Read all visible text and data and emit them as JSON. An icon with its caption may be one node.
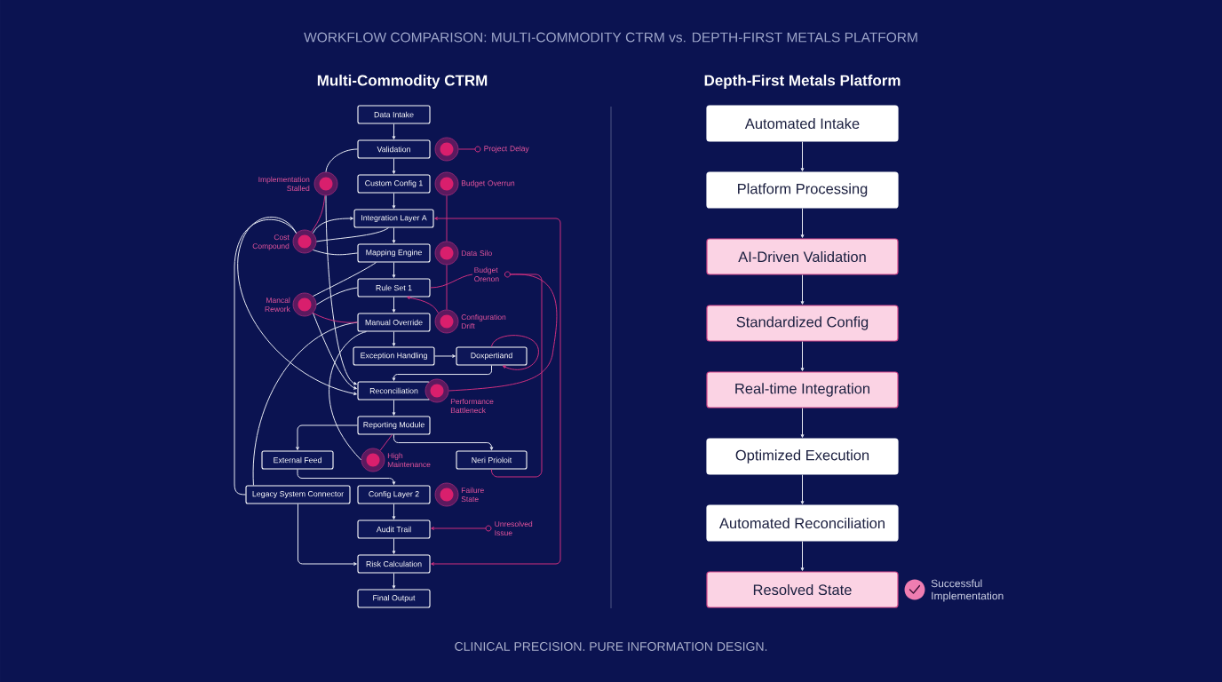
{
  "diagram": {
    "title": "WORKFLOW COMPARISON: MULTI-COMMODITY CTRM vs. DEPTH-FIRST METALS PLATFORM",
    "caption": "CLINICAL PRECISION. PURE INFORMATION DESIGN.",
    "labels": [
      "Multi-Commodity CTRM",
      "Depth-First Metals Platform"
    ],
    "nodes": [
      {
        "text": [
          "Data Intake"
        ]
      },
      {
        "text": [
          "Validation"
        ]
      },
      {
        "text": [
          "Custom Config 1"
        ]
      },
      {
        "text": [
          "Integration Layer A"
        ]
      },
      {
        "text": [
          "Mapping Engine"
        ]
      },
      {
        "text": [
          "Rule Set 1"
        ]
      },
      {
        "text": [
          "Manual Override"
        ]
      },
      {
        "text": [
          "Exception Handling"
        ]
      },
      {
        "text": [
          "Doxpertiand"
        ]
      },
      {
        "text": [
          "Reconciliation"
        ]
      },
      {
        "text": [
          "Reporting Module"
        ]
      },
      {
        "text": [
          "External Feed"
        ]
      },
      {
        "text": [
          "Neri Prioloit"
        ]
      },
      {
        "text": [
          "Legacy System Connector"
        ]
      },
      {
        "text": [
          "Config Layer 2"
        ]
      },
      {
        "text": [
          "Audit Trail"
        ]
      },
      {
        "text": [
          "Risk Calculation"
        ]
      },
      {
        "text": [
          "Final Output"
        ]
      },
      {
        "text": [],
        "shape": "circle"
      },
      {
        "text": [
          "Project Delay"
        ]
      },
      {
        "text": [],
        "shape": "circle",
        "beside": [
          "Implementation Stalled"
        ]
      },
      {
        "text": [],
        "shape": "circle",
        "beside": [
          "Budget Overrun"
        ]
      },
      {
        "text": [],
        "shape": "circle",
        "beside": [
          "Cost Compound"
        ]
      },
      {
        "text": [],
        "shape": "circle",
        "beside": [
          "Data Silo"
        ]
      },
      {
        "text": [],
        "shape": "circle",
        "beside": [
          "Mancal Rework"
        ]
      },
      {
        "text": [],
        "shape": "circle",
        "beside": [
          "Configuration Drift"
        ]
      },
      {
        "text": [
          "Budget Orenon"
        ]
      },
      {
        "text": [],
        "shape": "circle",
        "beside": [
          "Performance Battleneck"
        ]
      },
      {
        "text": [],
        "shape": "circle",
        "beside": [
          "High Maintenance"
        ]
      },
      {
        "text": [],
        "shape": "circle",
        "beside": [
          "Failure State"
        ]
      },
      {
        "text": [
          "Unresolved Issue"
        ]
      },
      {
        "text": [
          "Automated Intake"
        ]
      },
      {
        "text": [
          "Platform Processing"
        ]
      },
      {
        "text": [
          "AI-Driven Validation"
        ]
      },
      {
        "text": [
          "Standardized Config"
        ]
      },
      {
        "text": [
          "Real-time Integration"
        ]
      },
      {
        "text": [
          "Optimized Execution"
        ]
      },
      {
        "text": [
          "Automated Reconciliation"
        ]
      },
      {
        "text": [
          "Resolved State"
        ],
        "beside": [
          "Successful Implementation"
        ]
      }
    ],
    "edges": [
      {
        "from": 0,
        "to": 1,
        "arrow": "to"
      },
      {
        "from": 1,
        "to": 2,
        "arrow": "to"
      },
      {
        "from": 2,
        "to": 3,
        "arrow": "to"
      },
      {
        "from": 3,
        "to": 4,
        "arrow": "to"
      },
      {
        "from": 4,
        "to": 5,
        "arrow": "to"
      },
      {
        "from": 5,
        "to": 6,
        "arrow": "to"
      },
      {
        "from": 6,
        "to": 7,
        "arrow": "to"
      },
      {
        "from": 7,
        "to": 8,
        "arrow": "to"
      },
      {
        "from": 8,
        "to": 9,
        "arrow": "to"
      },
      {
        "from": 9,
        "to": 10,
        "arrow": "to"
      },
      {
        "from": 10,
        "to": 11,
        "arrow": "to"
      },
      {
        "from": 10,
        "to": 12,
        "arrow": "to"
      },
      {
        "from": 11,
        "to": 14,
        "arrow": "to"
      },
      {
        "from": 14,
        "to": 15,
        "arrow": "to"
      },
      {
        "from": 15,
        "to": 16,
        "arrow": "to"
      },
      {
        "from": 16,
        "to": 17,
        "arrow": "to"
      },
      {
        "from": 13,
        "to": 16,
        "arrow": "to"
      },
      {
        "from": 1,
        "to": 20,
        "arrow": "none"
      },
      {
        "from": 20,
        "to": 9,
        "arrow": "to"
      },
      {
        "from": 22,
        "to": 3,
        "arrow": "to"
      },
      {
        "from": 3,
        "to": 22,
        "arrow": "none"
      },
      {
        "from": 22,
        "to": 4,
        "arrow": "none"
      },
      {
        "from": 22,
        "to": 9,
        "arrow": "to"
      },
      {
        "from": 22,
        "to": 13,
        "arrow": "none"
      },
      {
        "from": 4,
        "to": 24,
        "arrow": "none"
      },
      {
        "from": 5,
        "to": 24,
        "arrow": "none"
      },
      {
        "from": 24,
        "to": 9,
        "arrow": "to"
      },
      {
        "from": 6,
        "to": 28,
        "arrow": "none"
      },
      {
        "from": 6,
        "to": 13,
        "arrow": "none"
      },
      {
        "from": 19,
        "to": 18,
        "arrow": "none",
        "color": "#cf2f7e"
      },
      {
        "from": 20,
        "to": 22,
        "arrow": "none",
        "color": "#cf2f7e"
      },
      {
        "from": 21,
        "to": 23,
        "arrow": "none",
        "color": "#cf2f7e"
      },
      {
        "from": 23,
        "to": 25,
        "arrow": "none",
        "color": "#cf2f7e"
      },
      {
        "from": 25,
        "to": 5,
        "arrow": "to",
        "color": "#cf2f7e"
      },
      {
        "from": 24,
        "to": 6,
        "arrow": "none",
        "color": "#cf2f7e"
      },
      {
        "from": 5,
        "to": 26,
        "arrow": "none",
        "color": "#cf2f7e"
      },
      {
        "from": 26,
        "to": 27,
        "arrow": "none",
        "color": "#cf2f7e"
      },
      {
        "from": 26,
        "to": 12,
        "arrow": "none",
        "color": "#cf2f7e"
      },
      {
        "from": 8,
        "to": 8,
        "arrow": "to",
        "color": "#cf2f7e"
      },
      {
        "from": 28,
        "to": 10,
        "arrow": "none",
        "color": "#cf2f7e"
      },
      {
        "from": 30,
        "to": 15,
        "arrow": "to",
        "color": "#cf2f7e"
      },
      {
        "from": 16,
        "to": 3,
        "arrow": "both",
        "color": "#cf2f7e"
      },
      {
        "from": 31,
        "to": 32,
        "arrow": "to"
      },
      {
        "from": 32,
        "to": 33,
        "arrow": "to"
      },
      {
        "from": 33,
        "to": 34,
        "arrow": "to"
      },
      {
        "from": 34,
        "to": 35,
        "arrow": "to"
      },
      {
        "from": 35,
        "to": 36,
        "arrow": "to"
      },
      {
        "from": 36,
        "to": 37,
        "arrow": "to"
      },
      {
        "from": 37,
        "to": 38,
        "arrow": "to"
      }
    ]
  }
}
